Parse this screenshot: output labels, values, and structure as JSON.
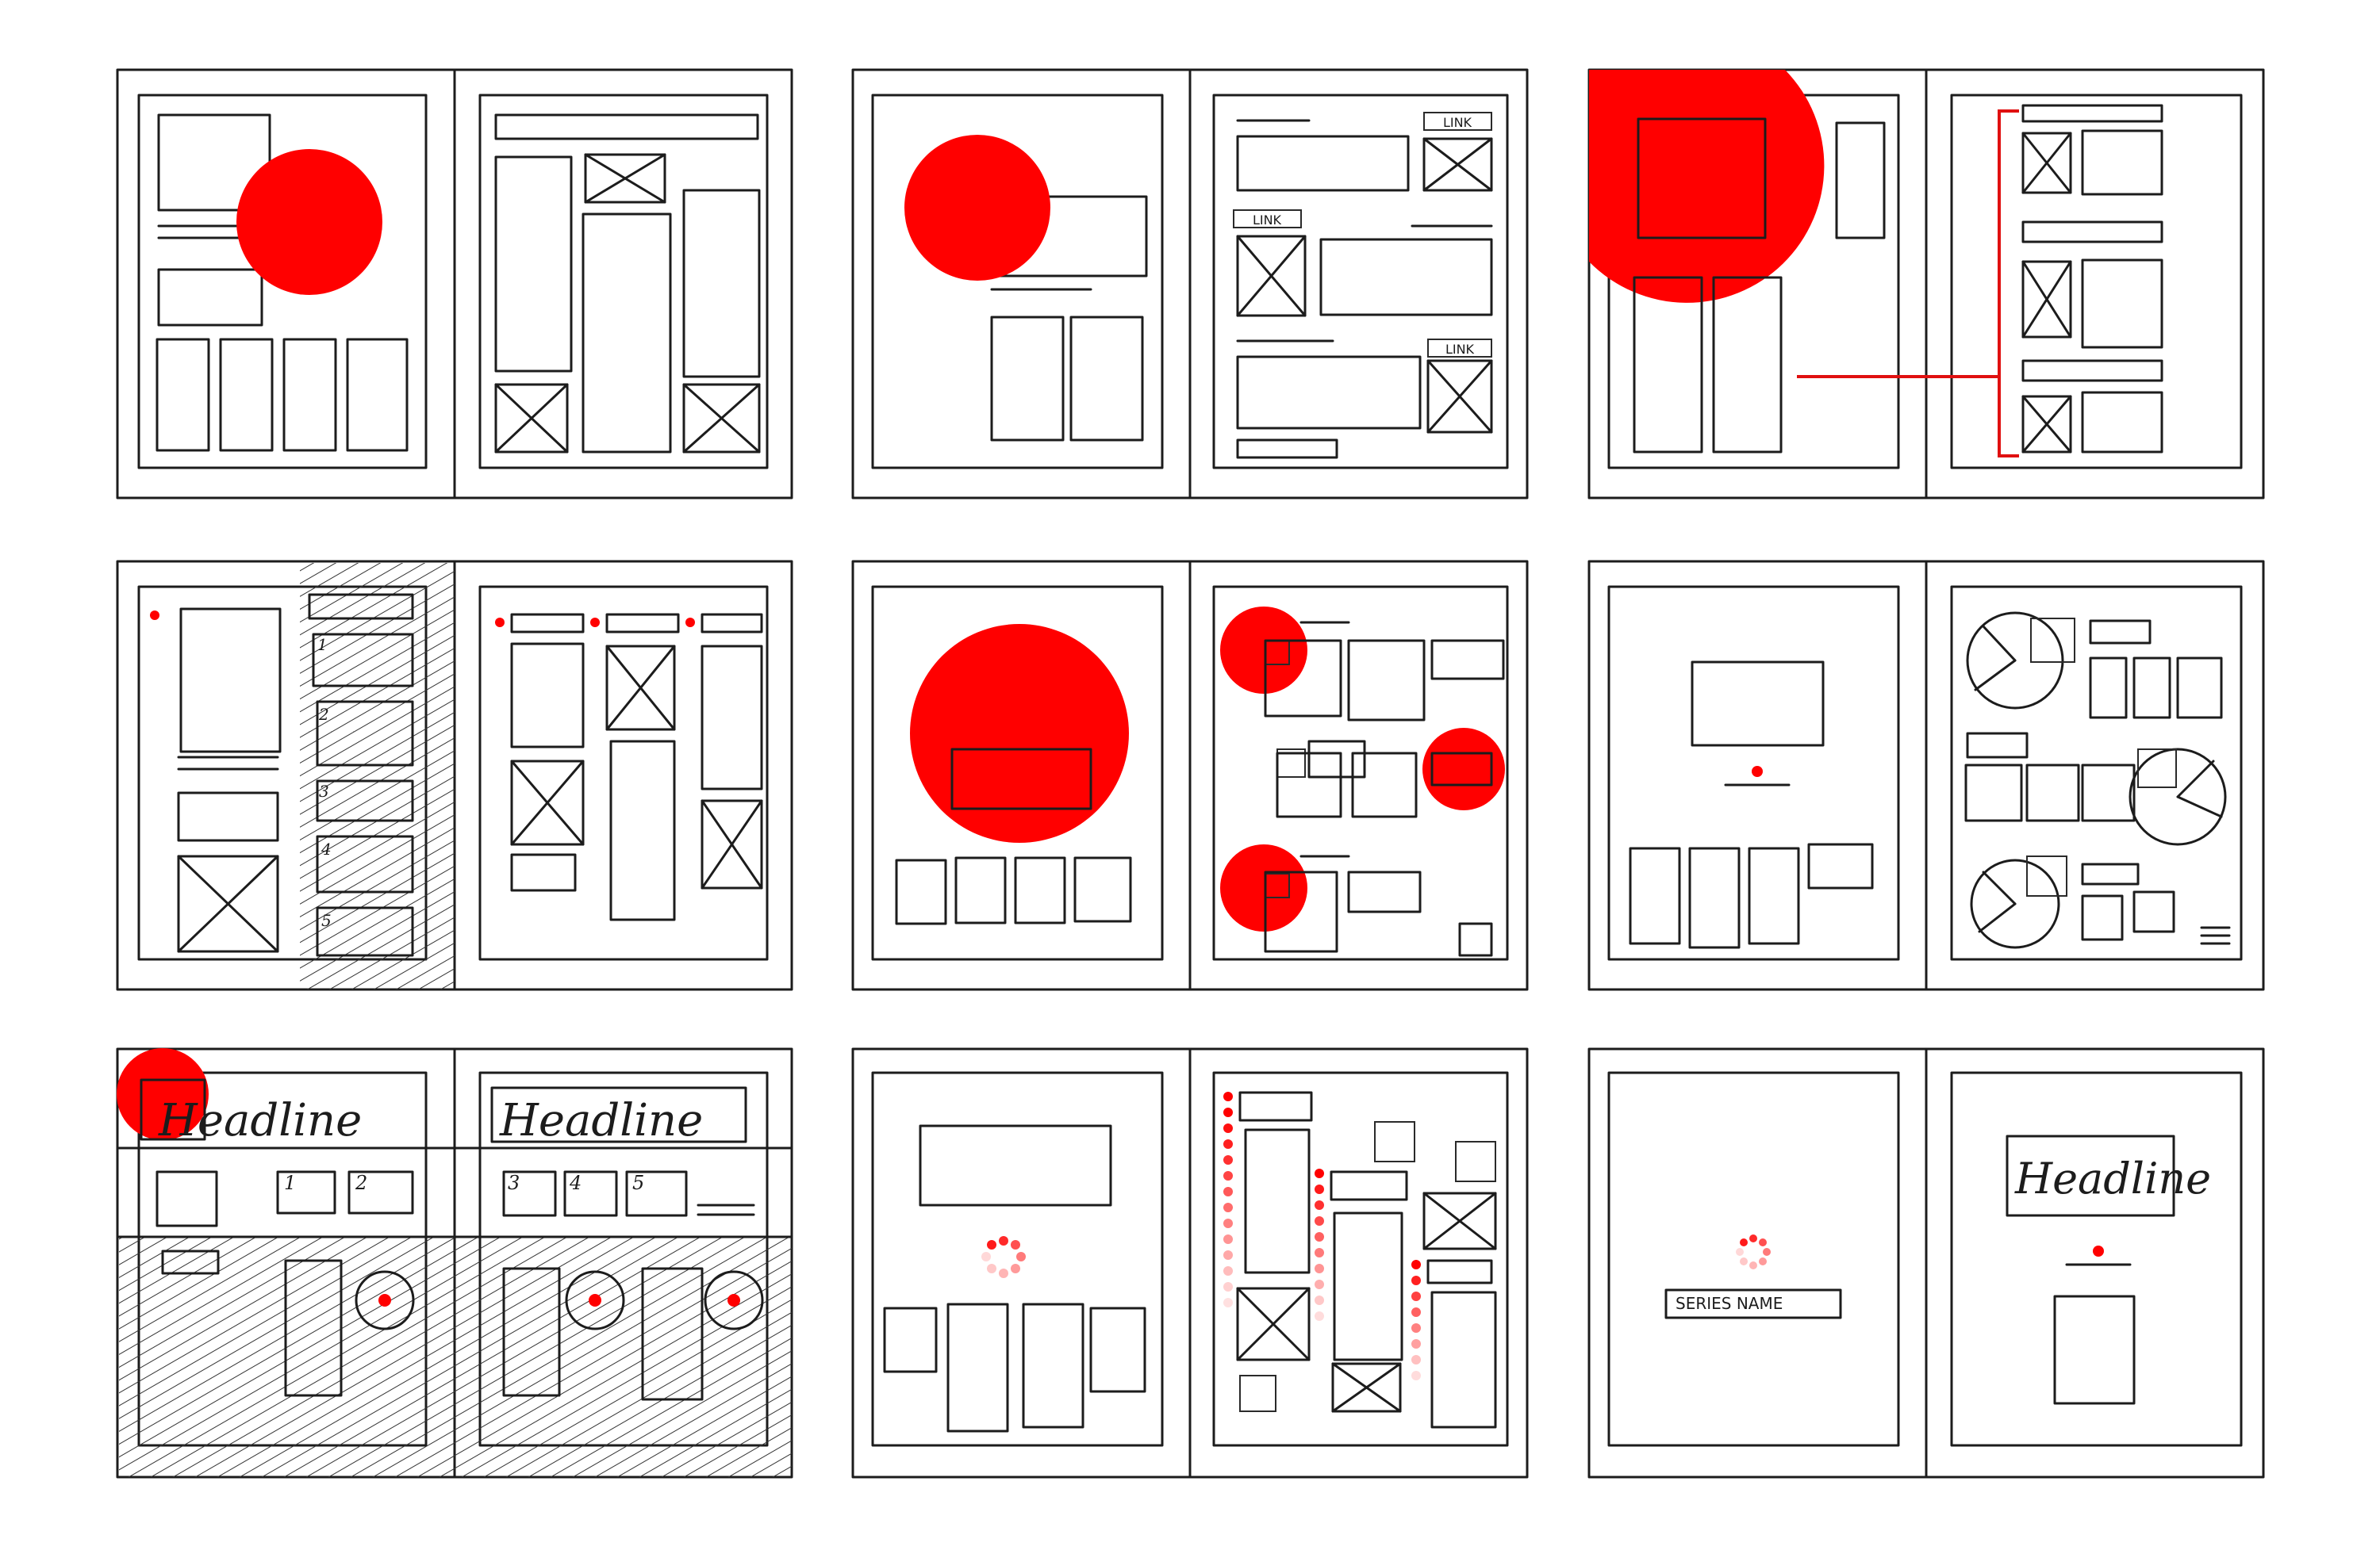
{
  "colors": {
    "accent": "#ff0000",
    "ink": "#1c1c1c",
    "background": "#ffffff"
  },
  "labels": {
    "link": "LINK",
    "headline": "Headline",
    "series_name": "SERIES NAME",
    "numbers": [
      "1",
      "2",
      "3",
      "4",
      "5"
    ]
  }
}
